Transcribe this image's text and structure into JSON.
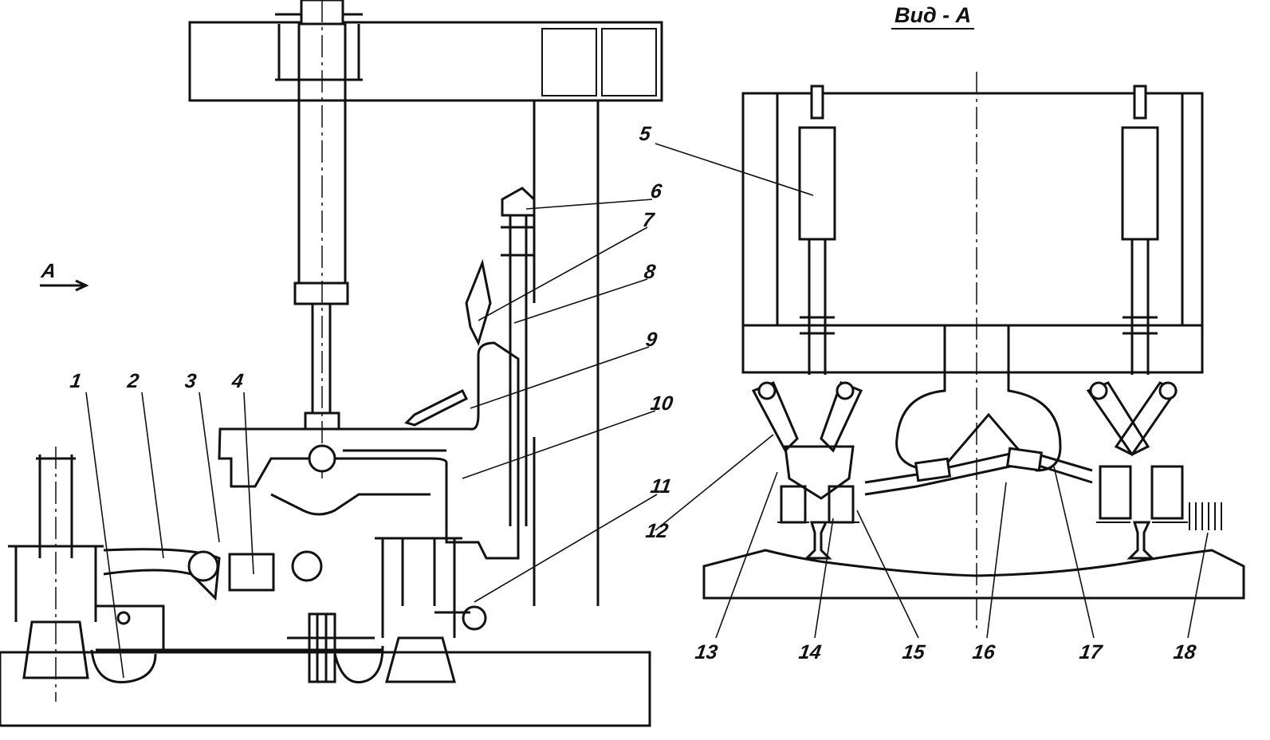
{
  "view_title": "Вид - А",
  "view_arrow_label": "A",
  "callouts": [
    "1",
    "2",
    "3",
    "4",
    "5",
    "6",
    "7",
    "8",
    "9",
    "10",
    "11",
    "12",
    "13",
    "14",
    "15",
    "16",
    "17",
    "18"
  ]
}
